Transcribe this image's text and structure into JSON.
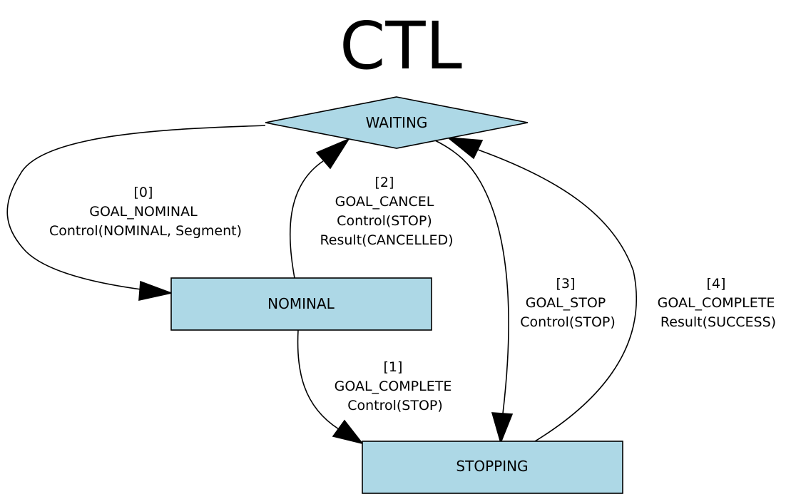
{
  "title": "CTL",
  "colors": {
    "node_fill": "#add8e6",
    "stroke": "#000000",
    "background": "#ffffff"
  },
  "nodes": {
    "waiting": {
      "label": "WAITING",
      "shape": "diamond"
    },
    "nominal": {
      "label": "NOMINAL",
      "shape": "box"
    },
    "stopping": {
      "label": "STOPPING",
      "shape": "box"
    }
  },
  "edges": [
    {
      "from": "WAITING",
      "to": "NOMINAL",
      "lines": [
        "[0]",
        "GOAL_NOMINAL",
        "Control(NOMINAL, Segment)"
      ]
    },
    {
      "from": "NOMINAL",
      "to": "STOPPING",
      "lines": [
        "[1]",
        "GOAL_COMPLETE",
        "Control(STOP)"
      ]
    },
    {
      "from": "NOMINAL",
      "to": "WAITING",
      "lines": [
        "[2]",
        "GOAL_CANCEL",
        "Control(STOP)",
        "Result(CANCELLED)"
      ]
    },
    {
      "from": "WAITING",
      "to": "STOPPING",
      "lines": [
        "[3]",
        "GOAL_STOP",
        "Control(STOP)"
      ]
    },
    {
      "from": "STOPPING",
      "to": "WAITING",
      "lines": [
        "[4]",
        "GOAL_COMPLETE",
        "Result(SUCCESS)"
      ]
    }
  ]
}
